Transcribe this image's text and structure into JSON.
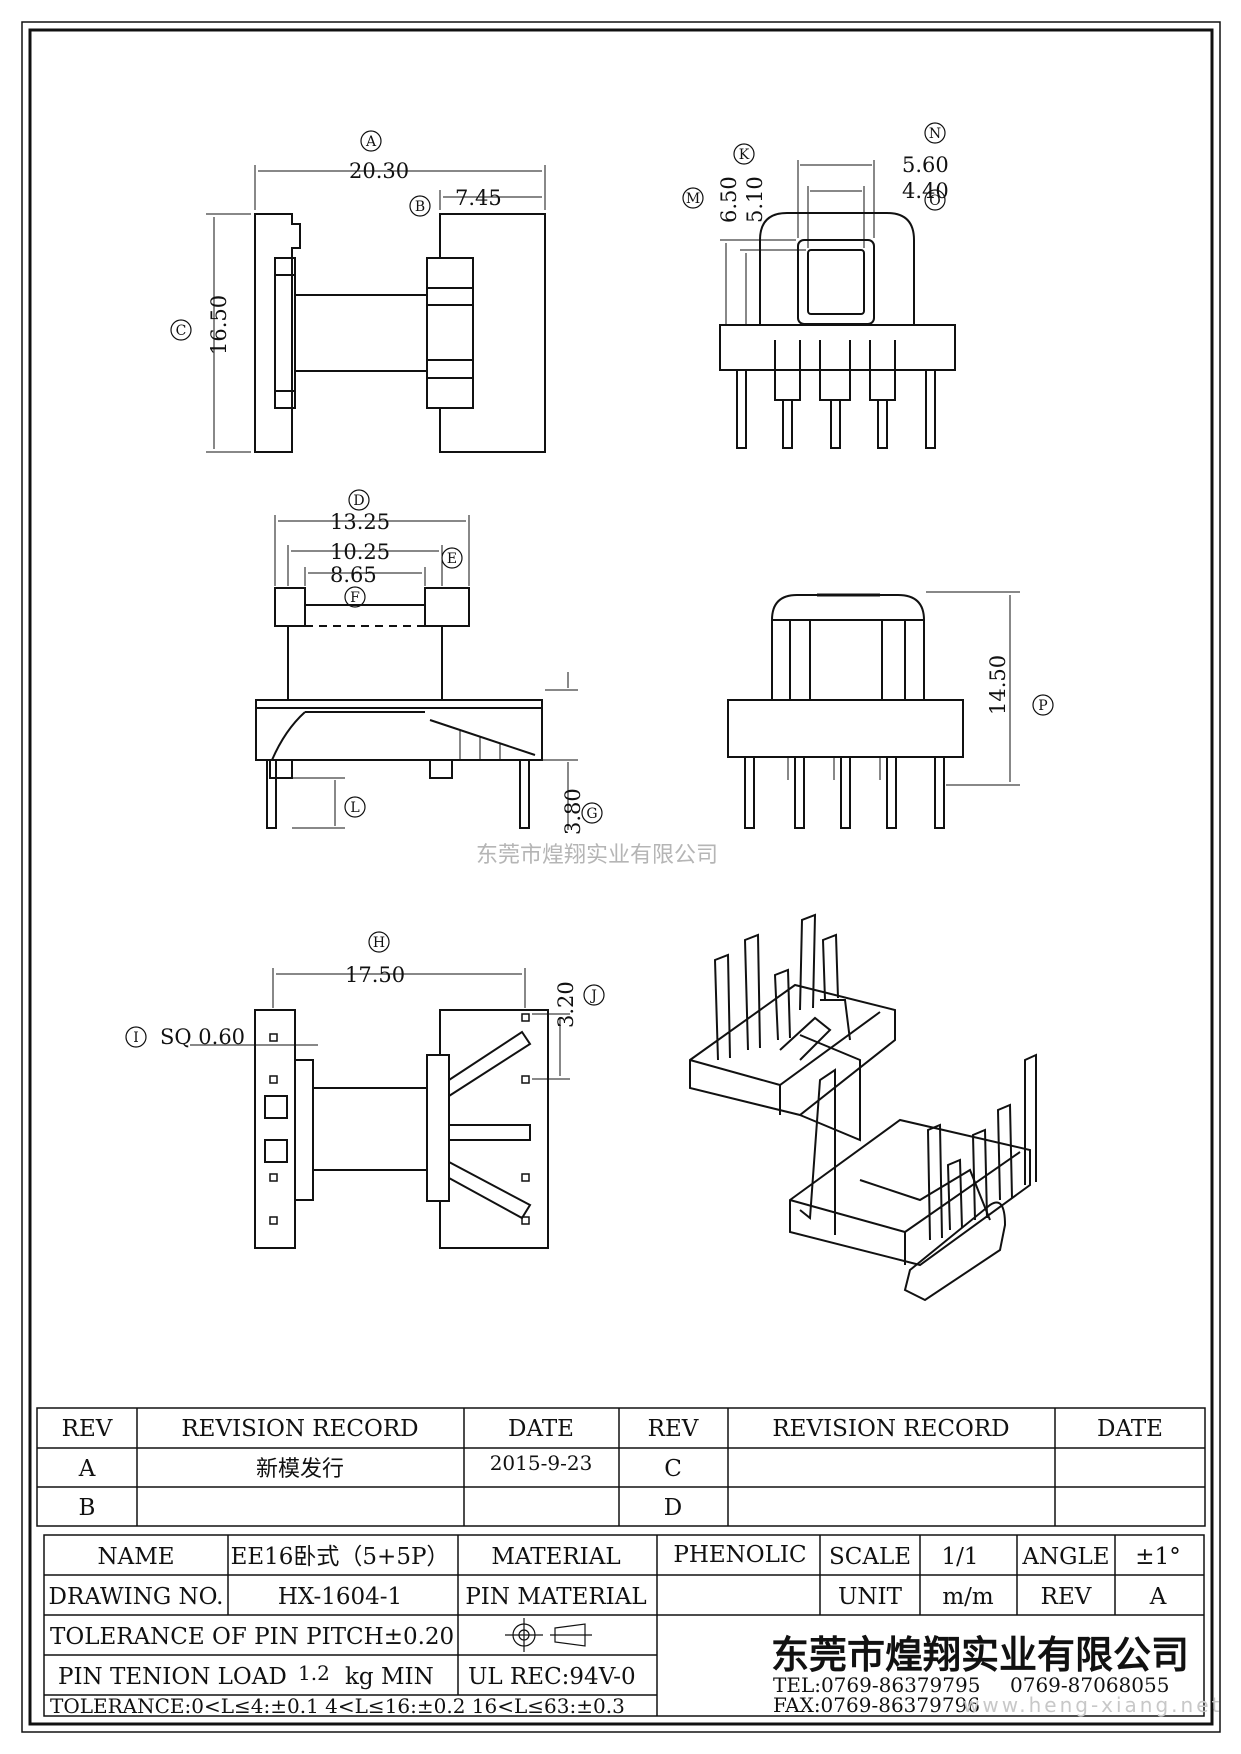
{
  "views": {
    "top": {
      "dim_a": {
        "label": "A",
        "value": "20.30"
      },
      "dim_b": {
        "label": "B",
        "value": "7.45"
      },
      "dim_c": {
        "label": "C",
        "value": "16.50"
      }
    },
    "side": {
      "dim_k": {
        "label": "K",
        "value": "5.10"
      },
      "dim_m": {
        "label": "M",
        "value": "6.50"
      },
      "dim_n": {
        "label": "N",
        "value": "5.60"
      },
      "dim_o": {
        "label": "O",
        "value": "4.40"
      }
    },
    "front": {
      "dim_d": {
        "label": "D",
        "value": "13.25"
      },
      "dim_e": {
        "label": "E",
        "value": "10.25"
      },
      "dim_f": {
        "label": "F",
        "value": "8.65"
      },
      "dim_g": {
        "label": "G",
        "value": "3.80"
      },
      "dim_l": {
        "label": "L",
        "value": ""
      }
    },
    "end": {
      "dim_p": {
        "label": "P",
        "value": "14.50"
      }
    },
    "bottom": {
      "dim_h": {
        "label": "H",
        "value": "17.50"
      },
      "dim_i": {
        "label": "I",
        "value": "SQ 0.60"
      },
      "dim_j": {
        "label": "J",
        "value": "3.20"
      }
    }
  },
  "watermark": "东莞市煌翔实业有限公司",
  "revision_table": {
    "headers": [
      "REV",
      "REVISION RECORD",
      "DATE",
      "REV",
      "REVISION RECORD",
      "DATE"
    ],
    "rows": [
      [
        "A",
        "新模发行",
        "2015-9-23",
        "C",
        "",
        ""
      ],
      [
        "B",
        "",
        "",
        "D",
        "",
        ""
      ]
    ]
  },
  "title_block": {
    "name_label": "NAME",
    "name_value": "EE16卧式（5+5P）",
    "material_label": "MATERIAL",
    "material_value": "PHENOLIC",
    "scale_label": "SCALE",
    "scale_value": "1/1",
    "angle_label": "ANGLE",
    "angle_value": "±1°",
    "drawing_no_label": "DRAWING NO.",
    "drawing_no_value": "HX-1604-1",
    "pin_material_label": "PIN MATERIAL",
    "unit_label": "UNIT",
    "unit_value": "m/m",
    "rev_label": "REV",
    "rev_value": "A",
    "tolerance_pitch": "TOLERANCE OF PIN PITCH±0.20",
    "pin_tension_label": "PIN TENION LOAD",
    "pin_tension_value": "1.2",
    "pin_tension_unit": "kg MIN",
    "ul_rec": "UL REC:94V-0",
    "tolerance": "TOLERANCE:0<L≤4:±0.1  4<L≤16:±0.2  16<L≤63:±0.3",
    "company": "东莞市煌翔实业有限公司",
    "tel": "TEL:0769-86379795",
    "tel2": "0769-87068055",
    "fax": "FAX:0769-86379796",
    "web": "www.heng-xiang.net"
  }
}
